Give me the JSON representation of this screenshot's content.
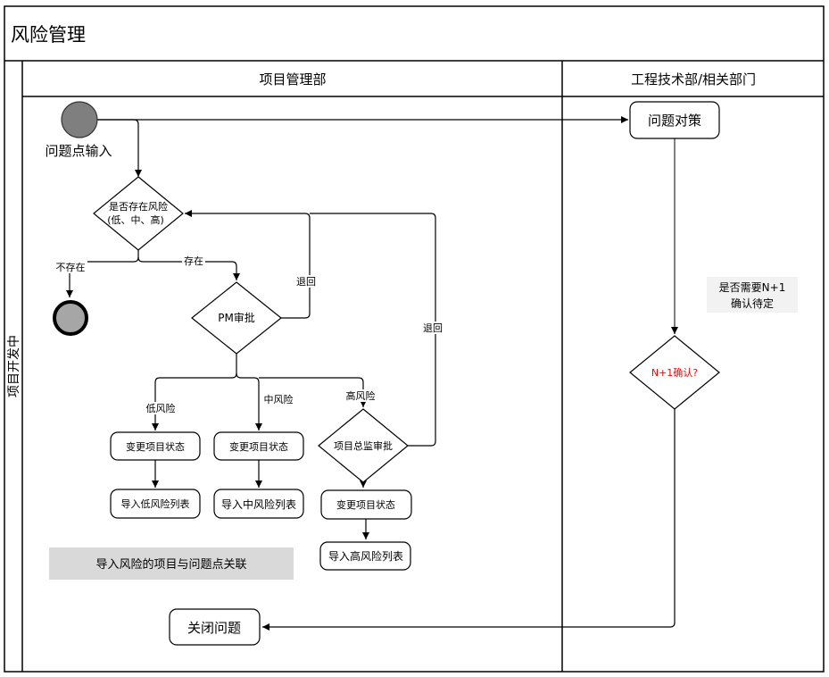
{
  "pool": {
    "title": "风险管理",
    "lane_label": "项目开发中",
    "columns": [
      {
        "label": "项目管理部"
      },
      {
        "label": "工程技术部/相关部门"
      }
    ]
  },
  "nodes": {
    "start_label": "问题点输入",
    "decision_risk": {
      "line1": "是否存在风险",
      "line2": "(低、中、高)"
    },
    "pm_approval": "PM审批",
    "director_approval": "项目总监审批",
    "change_status_low": "变更项目状态",
    "change_status_mid": "变更项目状态",
    "change_status_high": "变更项目状态",
    "import_low": "导入低风险列表",
    "import_mid": "导入中风险列表",
    "import_high": "导入高风险列表",
    "countermeasure": "问题对策",
    "n1_decision": "N+1确认?",
    "close_issue": "关闭问题"
  },
  "edge_labels": {
    "not_exist": "不存在",
    "exist": "存在",
    "return_pm": "退回",
    "return_director": "退回",
    "low": "低风险",
    "mid": "中风险",
    "high": "高风险"
  },
  "notes": {
    "link_note": "导入风险的项目与问题点关联",
    "n1_note_line1": "是否需要N+1",
    "n1_note_line2": "确认待定"
  },
  "colors": {
    "start_fill": "#7f7f7f",
    "end_fill": "#a6a6a6",
    "note_fill": "#d9d9d9",
    "n1_note_fill": "#f2f2f2",
    "n1_text": "#ff0000"
  }
}
